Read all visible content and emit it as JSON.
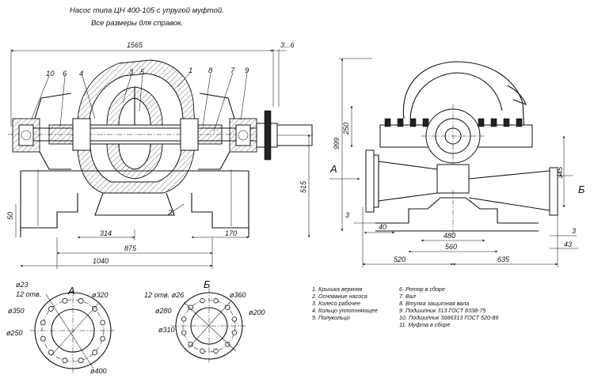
{
  "header": {
    "line1": "Насос типа ЦН 400-105 с упругой муфтой.",
    "line2": "Все размеры для справок."
  },
  "dims_left": {
    "overall_length": "1565",
    "gap": "3...6",
    "base_height": "50",
    "shaft_height": "515",
    "d314": "314",
    "d170": "170",
    "d875": "875",
    "d1040": "1040"
  },
  "dims_right": {
    "height": "999",
    "d250": "250",
    "d345": "345",
    "d3_left": "3",
    "d40": "40",
    "d480": "480",
    "d560": "560",
    "d520": "520",
    "d635": "635",
    "d3_right": "3",
    "d43": "43"
  },
  "view_labels": {
    "a": "А",
    "b": "Б"
  },
  "part_numbers": [
    "10",
    "6",
    "4",
    "3",
    "5",
    "1",
    "8",
    "7",
    "9",
    "2"
  ],
  "flange_a": {
    "title": "А",
    "d23": "ø23",
    "holes": "12 отв.",
    "d320": "ø320",
    "d350": "ø350",
    "d250": "ø250",
    "d400": "ø400"
  },
  "flange_b": {
    "title": "Б",
    "holes": "12 отв. ø26",
    "d360": "ø360",
    "d280": "ø280",
    "d200": "ø200",
    "d310": "ø310"
  },
  "legend": [
    "1. Крышка верхняя",
    "2. Основание насоса",
    "3. Колесо рабочее",
    "4. Кольцо уплотняющее",
    "5. Полукольцо",
    "6. Ротор в сборе",
    "7. Вал",
    "8. Втулка защитная вала",
    "9. Подшипник 313 ГОСТ 8338-75",
    "10. Подшипник 3086313 ГОСТ 520-89",
    "11. Муфта в сборе"
  ]
}
